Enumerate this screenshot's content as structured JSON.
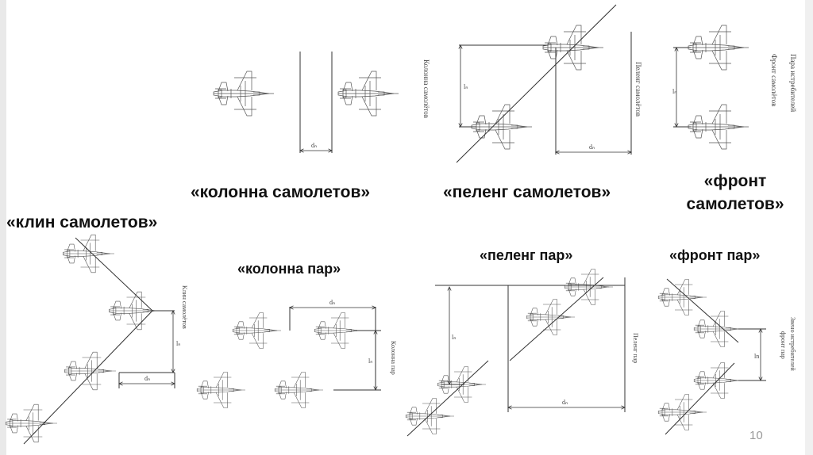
{
  "captions": {
    "column_aircraft": "«колонна самолетов»",
    "echelon_aircraft": "«пеленг самолетов»",
    "front_aircraft": "«фронт самолетов»",
    "wedge_aircraft": "«клин самолетов»",
    "column_pairs": "«колонна пар»",
    "echelon_pairs": "«пеленг пар»",
    "front_pairs": "«фронт пар»"
  },
  "diagram_labels": {
    "column_aircraft": "Колонна самолётов",
    "echelon_aircraft": "Пеленг самолётов",
    "front_aircraft_line1": "Пара истребителей",
    "front_aircraft_line2": "Фронт самолётов",
    "wedge_aircraft": "Клин самолётов",
    "column_pairs": "Колонна пар",
    "echelon_pairs": "Пеленг пар",
    "front_pairs_line1": "Звено истребителей",
    "front_pairs_line2": "фронт пар"
  },
  "dimension_labels": {
    "distance": "dₙ",
    "interval": "lₙ",
    "interval_alt": "ln"
  },
  "page_number": "10",
  "icons": [
    "fighter-jet-icon"
  ],
  "colors": {
    "line": "#333333",
    "aircraft": "#555555",
    "text": "#111111"
  }
}
